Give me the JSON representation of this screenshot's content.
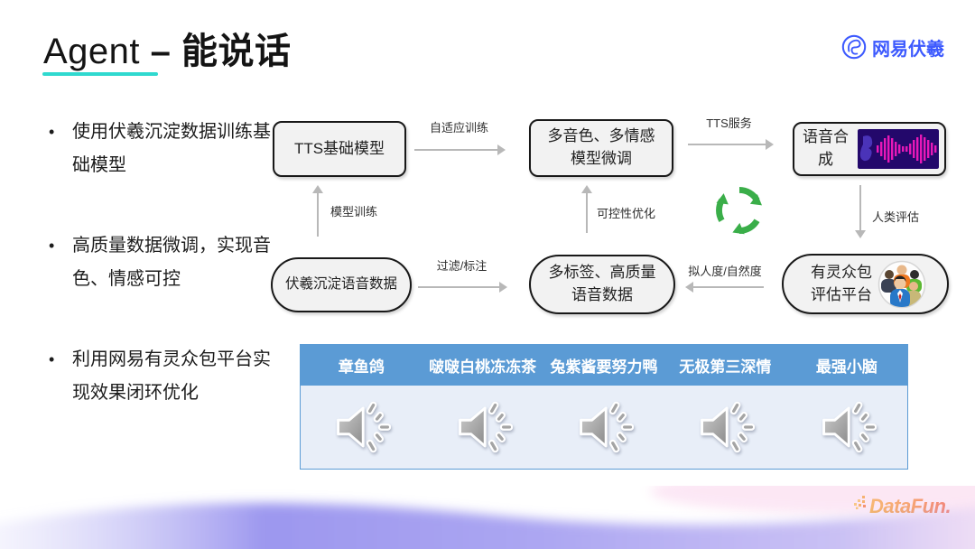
{
  "header": {
    "title_en": "Agent",
    "title_rest": " – 能说话",
    "logo_text": "网易伏羲"
  },
  "bullets": [
    "使用伏羲沉淀数据训练基础模型",
    "高质量数据微调，实现音色、情感可控",
    "利用网易有灵众包平台实现效果闭环优化"
  ],
  "flow": {
    "nodes": {
      "tts_base": "TTS基础模型",
      "finetune": "多音色、多情感\n模型微调",
      "synthesis": "语音合成",
      "fuxi_data": "伏羲沉淀语音数据",
      "labeled": "多标签、高质量\n语音数据",
      "crowd": "有灵众包\n评估平台"
    },
    "edges": {
      "adaptive_training": "自适应训练",
      "tts_service": "TTS服务",
      "model_training": "模型训练",
      "controllability": "可控性优化",
      "human_eval": "人类评估",
      "filter_label": "过滤/标注",
      "naturalness": "拟人度/自然度"
    }
  },
  "audio_panel": {
    "items": [
      "章鱼鸽",
      "啵啵白桃冻冻茶",
      "兔紫酱要努力鸭",
      "无极第三深情",
      "最强小脑"
    ]
  },
  "footer": {
    "brand": "DataFun."
  },
  "colors": {
    "accent_underline": "#2fd9cf",
    "logo_blue": "#3d5afe",
    "panel_header_blue": "#5b9bd5",
    "panel_body": "#e8eef8",
    "node_fill": "#f2f2f2",
    "node_border": "#181818",
    "arrow_gray": "#b8b8b8",
    "recycle_green": "#3aae49",
    "waveform_bg": "#23086b",
    "waveform_bars": "#e818b8",
    "datafun_gradient_start": "#f7b02b",
    "datafun_gradient_end": "#f1562c"
  }
}
